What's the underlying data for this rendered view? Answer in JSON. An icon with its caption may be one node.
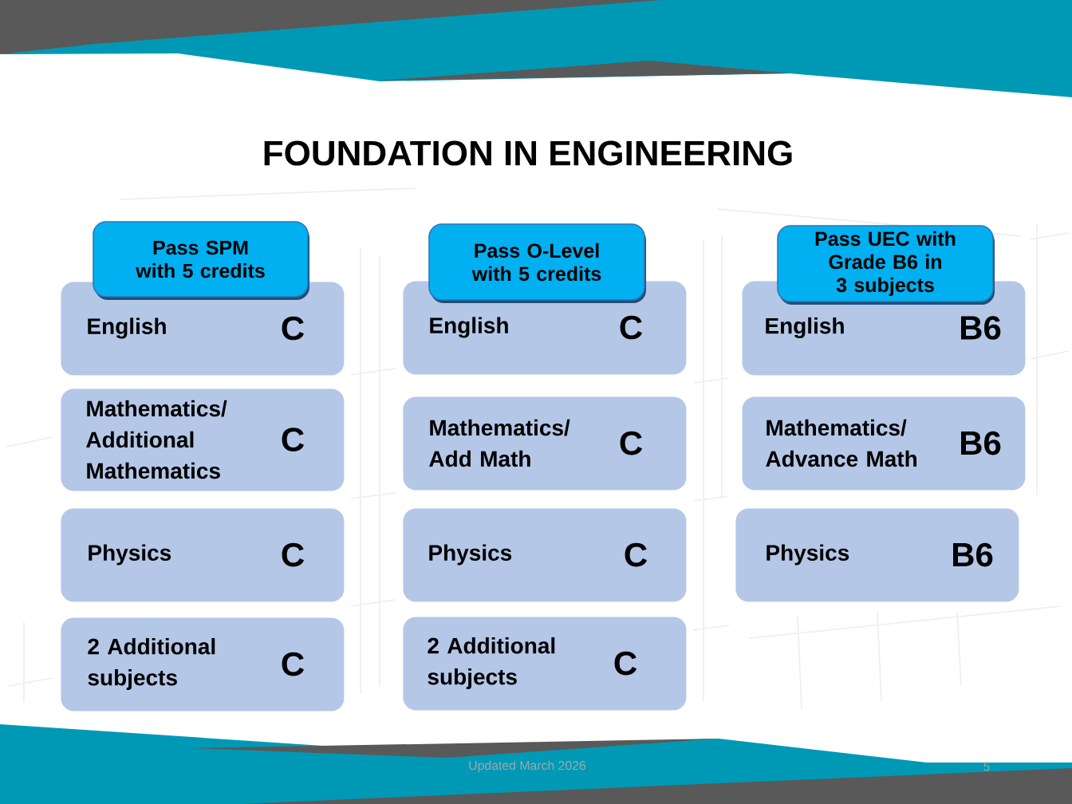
{
  "diagram": {
    "title": "FOUNDATION IN ENGINEERING",
    "nodes": [
      {
        "text": [
          "Pass SPM with 5 credits"
        ]
      },
      {
        "text": [
          "English",
          "C"
        ]
      },
      {
        "text": [
          "Mathematics/ Additional Mathematics",
          "C"
        ]
      },
      {
        "text": [
          "Physics",
          "C"
        ]
      },
      {
        "text": [
          "2 Additional subjects",
          "C"
        ]
      },
      {
        "text": [
          "Pass O-Level with 5 credits"
        ]
      },
      {
        "text": [
          "English",
          "C"
        ]
      },
      {
        "text": [
          "Mathematics/ Add Math",
          "C"
        ]
      },
      {
        "text": [
          "Physics",
          "C"
        ]
      },
      {
        "text": [
          "2 Additional subjects",
          "C"
        ]
      },
      {
        "text": [
          "Pass UEC with Grade B6 in 3 subjects"
        ]
      },
      {
        "text": [
          "English",
          "B6"
        ]
      },
      {
        "text": [
          "Mathematics/ Advance Math",
          "B6"
        ]
      },
      {
        "text": [
          "Physics",
          "B6"
        ]
      }
    ],
    "labels": [
      "Updated March 2026",
      "5"
    ]
  }
}
